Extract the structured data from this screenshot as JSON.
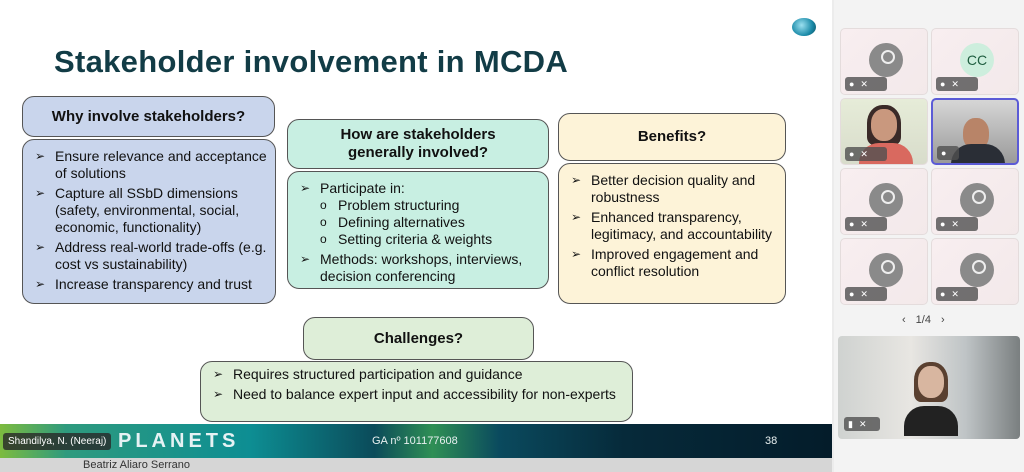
{
  "slide": {
    "title": "Stakeholder involvement in MCDA",
    "why": {
      "header": "Why involve stakeholders?",
      "items": [
        "Ensure relevance and acceptance of solutions",
        "Capture all SSbD dimensions (safety, environmental, social, economic, functionality)",
        "Address real-world trade-offs (e.g. cost vs sustainability)",
        "Increase transparency and trust"
      ]
    },
    "how": {
      "header": "How are stakeholders generally involved?",
      "item1": "Participate in:",
      "subitems": [
        "Problem structuring",
        "Defining alternatives",
        "Setting criteria & weights"
      ],
      "item2": "Methods: workshops, interviews, decision conferencing"
    },
    "benefits": {
      "header": "Benefits?",
      "items": [
        "Better decision quality and robustness",
        "Enhanced transparency, legitimacy, and accountability",
        "Improved engagement and conflict resolution"
      ]
    },
    "challenges": {
      "header": "Challenges?",
      "items": [
        "Requires structured participation and guidance",
        "Need to balance expert input and accessibility for non-experts"
      ]
    },
    "footer": {
      "brand": "PLANETS",
      "grant": "GA nº 101177608",
      "page": "38"
    }
  },
  "presenter_badge": "Shandilya, N. (Neeraj)",
  "below_name": "Beatriz Aliaro Serrano",
  "sidebar": {
    "cc_initials": "CC",
    "pager": "1/4",
    "prev": "‹",
    "next": "›"
  },
  "colors": {
    "why": "#c9d5ec",
    "how": "#c8efe2",
    "benefits": "#fdf3d8",
    "challenges": "#deeed8"
  }
}
